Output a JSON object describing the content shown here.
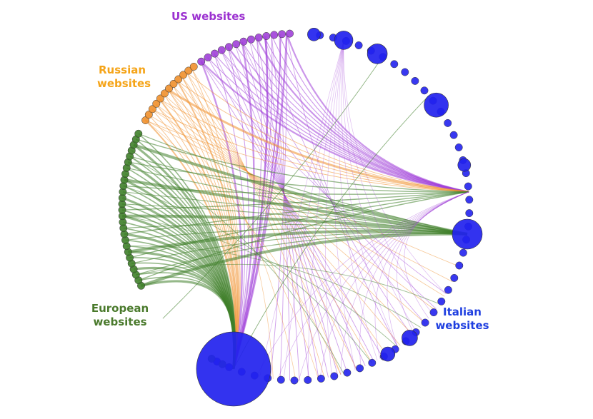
{
  "labels": {
    "us": "US websites",
    "russian": [
      "Russian",
      "websites"
    ],
    "european": [
      "European",
      "websites"
    ],
    "italian": [
      "Italian",
      "websites"
    ]
  },
  "colors": {
    "us": "#a040d8",
    "russian": "#f0902c",
    "european": "#3f7f2a",
    "italian": "#2222ee",
    "us_label": "#9b30d0",
    "russian_label": "#f5a418",
    "european_label": "#4a7a2c",
    "italian_label": "#1f3fe0"
  },
  "groups": [
    {
      "name": "Italian websites",
      "key": "italian"
    },
    {
      "name": "US websites",
      "key": "us"
    },
    {
      "name": "Russian websites",
      "key": "russian"
    },
    {
      "name": "European websites",
      "key": "european"
    }
  ]
}
